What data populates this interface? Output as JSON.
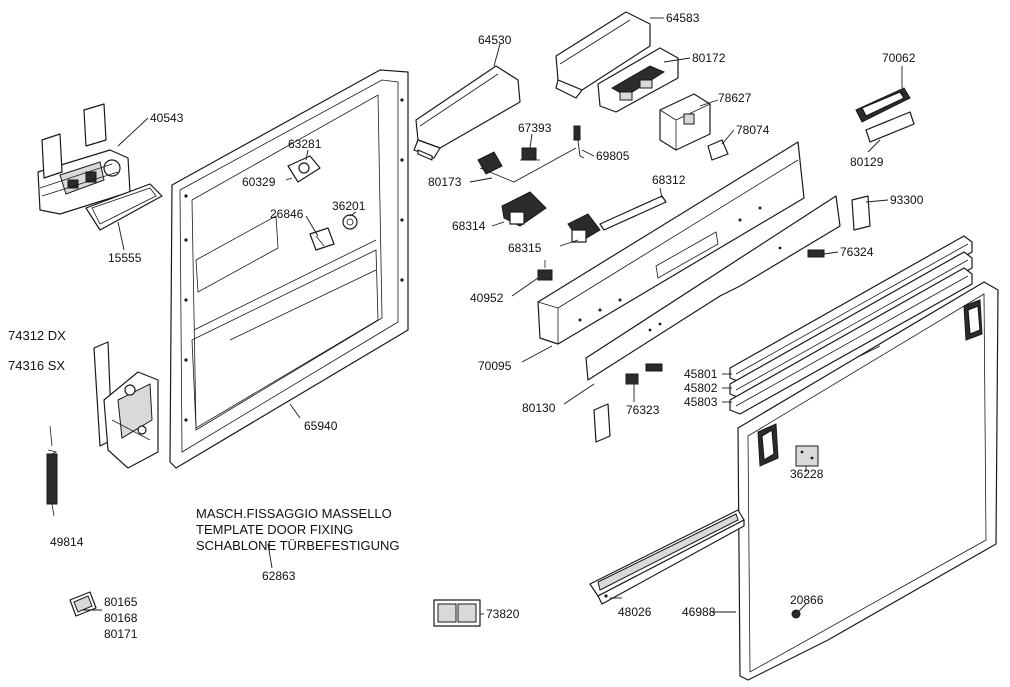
{
  "parts": {
    "p40543": "40543",
    "p15555": "15555",
    "p63281": "63281",
    "p60329": "60329",
    "p26846": "26846",
    "p36201": "36201",
    "p65940": "65940",
    "p74312": "74312 DX",
    "p74316": "74316 SX",
    "p49814": "49814",
    "p62863": "62863",
    "p80165": "80165",
    "p80168": "80168",
    "p80171": "80171",
    "p73820": "73820",
    "p64530": "64530",
    "p64583": "64583",
    "p80172": "80172",
    "p67393": "67393",
    "p69805": "69805",
    "p80173": "80173",
    "p78627": "78627",
    "p78074": "78074",
    "p70062": "70062",
    "p80129": "80129",
    "p68312": "68312",
    "p68314": "68314",
    "p68315": "68315",
    "p93300": "93300",
    "p76324": "76324",
    "p40952": "40952",
    "p70095": "70095",
    "p80130": "80130",
    "p76323": "76323",
    "p45801": "45801",
    "p45802": "45802",
    "p45803": "45803",
    "p36228": "36228",
    "p48026": "48026",
    "p46988": "46988",
    "p20866": "20866"
  },
  "template_note": {
    "line1": "MASCH.FISSAGGIO MASSELLO",
    "line2": "TEMPLATE DOOR FIXING",
    "line3": "SCHABLONE TÜRBEFESTIGUNG"
  }
}
